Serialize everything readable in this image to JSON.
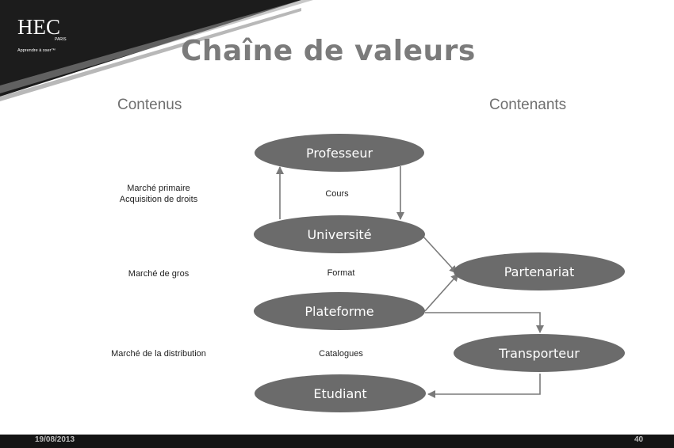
{
  "header": {
    "logo_text": "HEC",
    "logo_sub": "PARIS",
    "tagline": "Apprendre à oser™",
    "title": "Chaîne de valeurs"
  },
  "columns": {
    "left": "Contenus",
    "right": "Contenants"
  },
  "rows": {
    "primary_line1": "Marché primaire",
    "primary_line2": "Acquisition de droits",
    "gros": "Marché de gros",
    "distribution": "Marché de la distribution"
  },
  "flow_labels": {
    "cours": "Cours",
    "format": "Format",
    "catalogues": "Catalogues"
  },
  "nodes": {
    "professeur": "Professeur",
    "universite": "Université",
    "plateforme": "Plateforme",
    "etudiant": "Etudiant",
    "partenariat": "Partenariat",
    "transporteur": "Transporteur"
  },
  "colors": {
    "node_fill": "#6b6b6b",
    "node_text": "#ffffff",
    "arrow": "#7a7a7a",
    "title": "#7b7b7b"
  },
  "footer": {
    "date": "19/08/2013",
    "page": "40"
  }
}
